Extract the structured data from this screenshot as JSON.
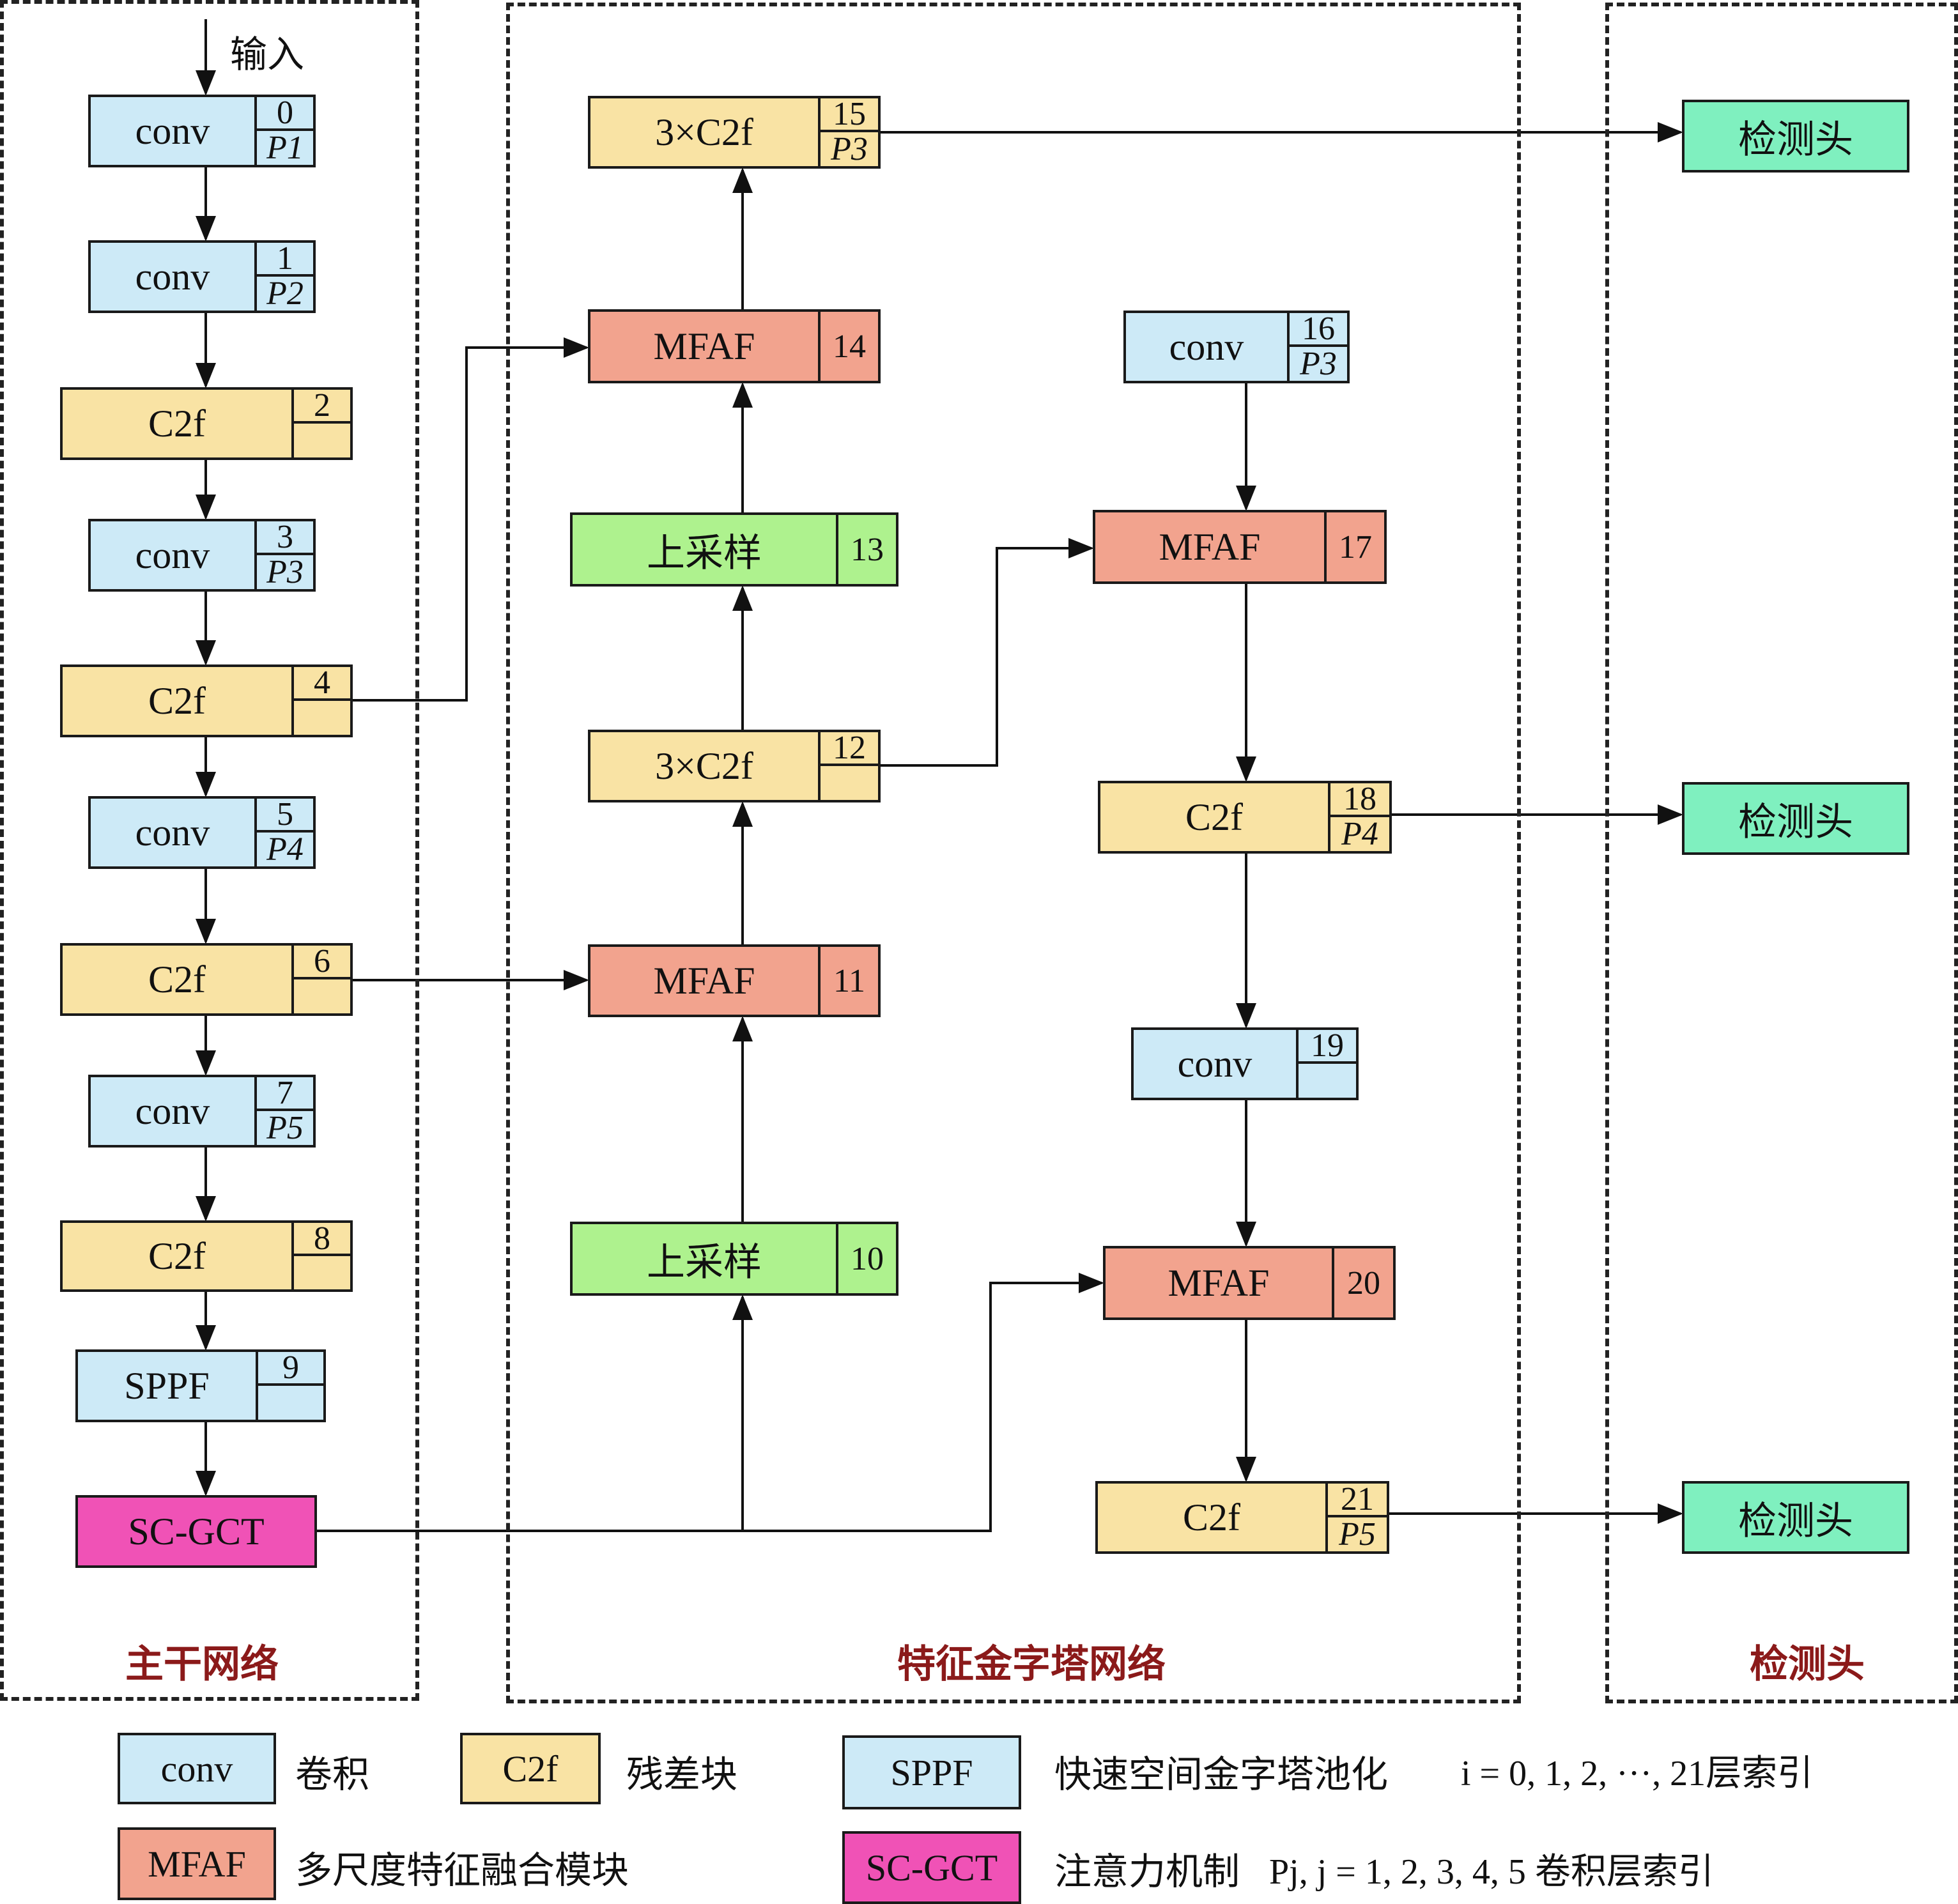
{
  "colors": {
    "conv": "#cdeaf7",
    "c2f": "#f9e3a4",
    "mfaf": "#f2a38e",
    "upsample": "#aef28e",
    "sppf": "#cdeaf7",
    "scgct": "#f052b6",
    "head": "#7ff0bf",
    "section_title": "#8b1a1a"
  },
  "input_label": "输入",
  "sections": {
    "backbone": "主干网络",
    "fpn": "特征金字塔网络",
    "head": "检测头"
  },
  "blocks": [
    {
      "id": "b0",
      "label": "conv",
      "type": "conv",
      "index": "0",
      "p": "P1"
    },
    {
      "id": "b1",
      "label": "conv",
      "type": "conv",
      "index": "1",
      "p": "P2"
    },
    {
      "id": "b2",
      "label": "C2f",
      "type": "c2f",
      "index": "2",
      "p": ""
    },
    {
      "id": "b3",
      "label": "conv",
      "type": "conv",
      "index": "3",
      "p": "P3"
    },
    {
      "id": "b4",
      "label": "C2f",
      "type": "c2f",
      "index": "4",
      "p": ""
    },
    {
      "id": "b5",
      "label": "conv",
      "type": "conv",
      "index": "5",
      "p": "P4"
    },
    {
      "id": "b6",
      "label": "C2f",
      "type": "c2f",
      "index": "6",
      "p": ""
    },
    {
      "id": "b7",
      "label": "conv",
      "type": "conv",
      "index": "7",
      "p": "P5"
    },
    {
      "id": "b8",
      "label": "C2f",
      "type": "c2f",
      "index": "8",
      "p": ""
    },
    {
      "id": "b9",
      "label": "SPPF",
      "type": "sppf",
      "index": "9",
      "p": ""
    },
    {
      "id": "bsc",
      "label": "SC-GCT",
      "type": "scgct",
      "index": null,
      "p": ""
    },
    {
      "id": "b10",
      "label": "上采样",
      "type": "upsample",
      "index": "10",
      "p": null
    },
    {
      "id": "b11",
      "label": "MFAF",
      "type": "mfaf",
      "index": "11",
      "p": null
    },
    {
      "id": "b12",
      "label": "3×C2f",
      "type": "c2f",
      "index": "12",
      "p": ""
    },
    {
      "id": "b13",
      "label": "上采样",
      "type": "upsample",
      "index": "13",
      "p": null
    },
    {
      "id": "b14",
      "label": "MFAF",
      "type": "mfaf",
      "index": "14",
      "p": null
    },
    {
      "id": "b15",
      "label": "3×C2f",
      "type": "c2f",
      "index": "15",
      "p": "P3"
    },
    {
      "id": "b16",
      "label": "conv",
      "type": "conv",
      "index": "16",
      "p": "P3"
    },
    {
      "id": "b17",
      "label": "MFAF",
      "type": "mfaf",
      "index": "17",
      "p": null
    },
    {
      "id": "b18",
      "label": "C2f",
      "type": "c2f",
      "index": "18",
      "p": "P4"
    },
    {
      "id": "b19",
      "label": "conv",
      "type": "conv",
      "index": "19",
      "p": ""
    },
    {
      "id": "b20",
      "label": "MFAF",
      "type": "mfaf",
      "index": "20",
      "p": null
    },
    {
      "id": "b21",
      "label": "C2f",
      "type": "c2f",
      "index": "21",
      "p": "P5"
    },
    {
      "id": "h1",
      "label": "检测头",
      "type": "head",
      "index": null,
      "p": null
    },
    {
      "id": "h2",
      "label": "检测头",
      "type": "head",
      "index": null,
      "p": null
    },
    {
      "id": "h3",
      "label": "检测头",
      "type": "head",
      "index": null,
      "p": null
    }
  ],
  "edges": [
    [
      "b0",
      "b1"
    ],
    [
      "b1",
      "b2"
    ],
    [
      "b2",
      "b3"
    ],
    [
      "b3",
      "b4"
    ],
    [
      "b4",
      "b5"
    ],
    [
      "b5",
      "b6"
    ],
    [
      "b6",
      "b7"
    ],
    [
      "b7",
      "b8"
    ],
    [
      "b8",
      "b9"
    ],
    [
      "b9",
      "bsc"
    ],
    [
      "bsc",
      "b10"
    ],
    [
      "bsc",
      "b20"
    ],
    [
      "b10",
      "b11"
    ],
    [
      "b6",
      "b11"
    ],
    [
      "b11",
      "b12"
    ],
    [
      "b12",
      "b13"
    ],
    [
      "b12",
      "b17"
    ],
    [
      "b13",
      "b14"
    ],
    [
      "b4",
      "b14"
    ],
    [
      "b14",
      "b15"
    ],
    [
      "b15",
      "h1"
    ],
    [
      "b16",
      "b17"
    ],
    [
      "b17",
      "b18"
    ],
    [
      "b18",
      "h2"
    ],
    [
      "b18",
      "b19"
    ],
    [
      "b19",
      "b20"
    ],
    [
      "b20",
      "b21"
    ],
    [
      "b21",
      "h3"
    ]
  ],
  "legend": [
    {
      "box": "conv",
      "type": "conv",
      "text": "卷积"
    },
    {
      "box": "C2f",
      "type": "c2f",
      "text": "残差块"
    },
    {
      "box": "SPPF",
      "type": "sppf",
      "text": "快速空间金字塔池化"
    },
    {
      "box": "MFAF",
      "type": "mfaf",
      "text": "多尺度特征融合模块"
    },
    {
      "box": "SC-GCT",
      "type": "scgct",
      "text": "注意力机制"
    }
  ],
  "legend_notes": {
    "layer_index": "i = 0, 1,  2, ···, 21层索引",
    "conv_index": "Pj,  j = 1,  2,  3,  4,  5 卷积层索引"
  }
}
